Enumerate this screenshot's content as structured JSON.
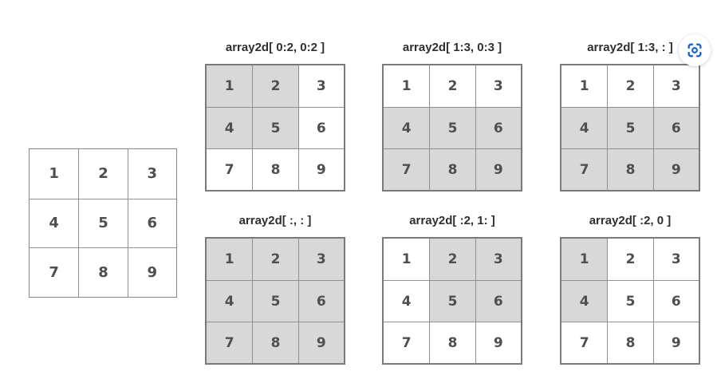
{
  "base": {
    "cells": [
      1,
      2,
      3,
      4,
      5,
      6,
      7,
      8,
      9
    ]
  },
  "panels": [
    {
      "title": "array2d[ 0:2, 0:2 ]",
      "cells": [
        1,
        2,
        3,
        4,
        5,
        6,
        7,
        8,
        9
      ],
      "highlight": [
        1,
        1,
        0,
        1,
        1,
        0,
        0,
        0,
        0
      ]
    },
    {
      "title": "array2d[ 1:3, 0:3 ]",
      "cells": [
        1,
        2,
        3,
        4,
        5,
        6,
        7,
        8,
        9
      ],
      "highlight": [
        0,
        0,
        0,
        1,
        1,
        1,
        1,
        1,
        1
      ]
    },
    {
      "title": "array2d[ 1:3, : ]",
      "cells": [
        1,
        2,
        3,
        4,
        5,
        6,
        7,
        8,
        9
      ],
      "highlight": [
        0,
        0,
        0,
        1,
        1,
        1,
        1,
        1,
        1
      ]
    },
    {
      "title": "array2d[ :, : ]",
      "cells": [
        1,
        2,
        3,
        4,
        5,
        6,
        7,
        8,
        9
      ],
      "highlight": [
        1,
        1,
        1,
        1,
        1,
        1,
        1,
        1,
        1
      ]
    },
    {
      "title": "array2d[ :2, 1: ]",
      "cells": [
        1,
        2,
        3,
        4,
        5,
        6,
        7,
        8,
        9
      ],
      "highlight": [
        0,
        1,
        1,
        0,
        1,
        1,
        0,
        0,
        0
      ]
    },
    {
      "title": "array2d[ :2, 0 ]",
      "cells": [
        1,
        2,
        3,
        4,
        5,
        6,
        7,
        8,
        9
      ],
      "highlight": [
        1,
        0,
        0,
        1,
        0,
        0,
        0,
        0,
        0
      ]
    }
  ],
  "icon": {
    "name": "visual-search",
    "color": "#1763cf"
  },
  "colors": {
    "background": "#ffffff",
    "highlight_fill": "#d8d8d8",
    "grid_border": "#7a7a7a",
    "grid_line": "#8f8f8f",
    "number_text": "#4f4f52",
    "title_text": "#2f2f2f"
  }
}
